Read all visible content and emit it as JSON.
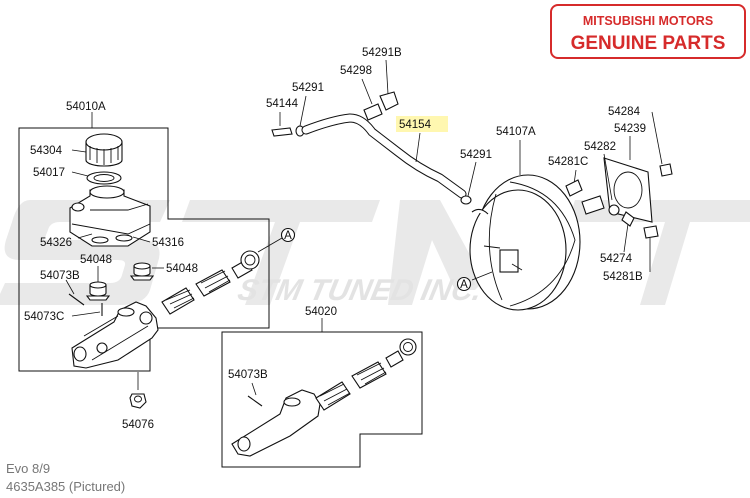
{
  "badge": {
    "line1": "MITSUBISHI MOTORS",
    "line2": "GENUINE PARTS",
    "color": "#d62b2b"
  },
  "watermark": {
    "text": "STM TUNED INC."
  },
  "highlight_color": "#fff7b0",
  "labels": {
    "p54010A": "54010A",
    "p54304": "54304",
    "p54017": "54017",
    "p54326": "54326",
    "p54316": "54316",
    "p54048a": "54048",
    "p54048b": "54048",
    "p54073B_top": "54073B",
    "p54073C": "54073C",
    "p54076": "54076",
    "p54020": "54020",
    "p54073B_bottom": "54073B",
    "p54291B": "54291B",
    "p54298": "54298",
    "p54291_top": "54291",
    "p54144": "54144",
    "p54154": "54154",
    "p54291_mid": "54291",
    "p54107A": "54107A",
    "p54284": "54284",
    "p54239": "54239",
    "p54282": "54282",
    "p54281C": "54281C",
    "p54274": "54274",
    "p54281B": "54281B",
    "ref_a1": "A",
    "ref_a2": "A"
  },
  "footer": {
    "model": "Evo 8/9",
    "part_number": "4635A385  (Pictured)"
  }
}
